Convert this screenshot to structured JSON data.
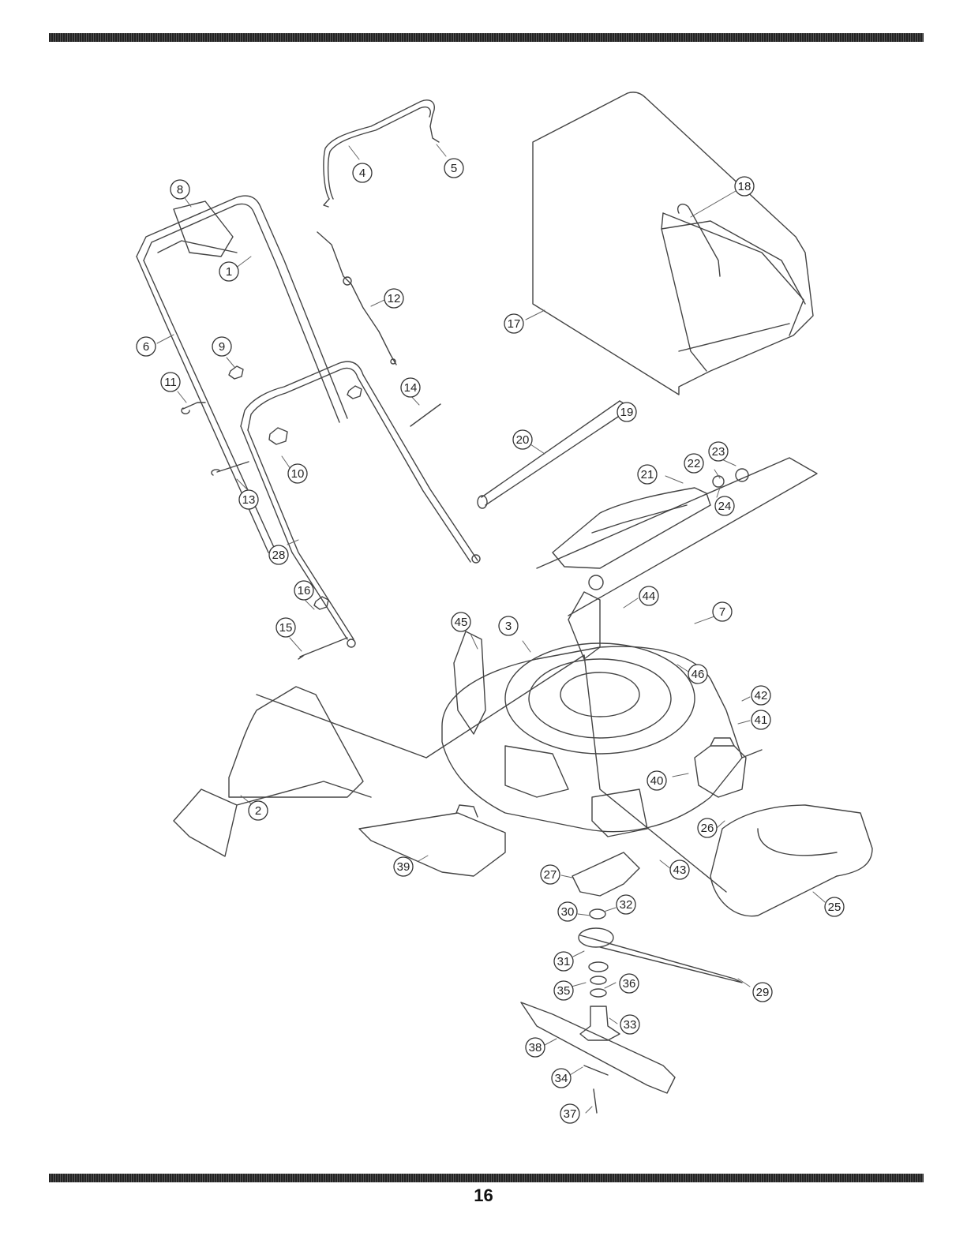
{
  "page": {
    "number": "16"
  },
  "callouts": [
    {
      "id": "callout-1",
      "label": "1"
    },
    {
      "id": "callout-2",
      "label": "2"
    },
    {
      "id": "callout-3",
      "label": "3"
    },
    {
      "id": "callout-4",
      "label": "4"
    },
    {
      "id": "callout-5",
      "label": "5"
    },
    {
      "id": "callout-6",
      "label": "6"
    },
    {
      "id": "callout-7",
      "label": "7"
    },
    {
      "id": "callout-8",
      "label": "8"
    },
    {
      "id": "callout-9",
      "label": "9"
    },
    {
      "id": "callout-10",
      "label": "10"
    },
    {
      "id": "callout-11",
      "label": "11"
    },
    {
      "id": "callout-12",
      "label": "12"
    },
    {
      "id": "callout-13",
      "label": "13"
    },
    {
      "id": "callout-14",
      "label": "14"
    },
    {
      "id": "callout-15",
      "label": "15"
    },
    {
      "id": "callout-16",
      "label": "16"
    },
    {
      "id": "callout-17",
      "label": "17"
    },
    {
      "id": "callout-18",
      "label": "18"
    },
    {
      "id": "callout-19",
      "label": "19"
    },
    {
      "id": "callout-20",
      "label": "20"
    },
    {
      "id": "callout-21",
      "label": "21"
    },
    {
      "id": "callout-22",
      "label": "22"
    },
    {
      "id": "callout-23",
      "label": "23"
    },
    {
      "id": "callout-24",
      "label": "24"
    },
    {
      "id": "callout-25",
      "label": "25"
    },
    {
      "id": "callout-26",
      "label": "26"
    },
    {
      "id": "callout-27",
      "label": "27"
    },
    {
      "id": "callout-28",
      "label": "28"
    },
    {
      "id": "callout-29",
      "label": "29"
    },
    {
      "id": "callout-30",
      "label": "30"
    },
    {
      "id": "callout-31",
      "label": "31"
    },
    {
      "id": "callout-32",
      "label": "32"
    },
    {
      "id": "callout-33",
      "label": "33"
    },
    {
      "id": "callout-34",
      "label": "34"
    },
    {
      "id": "callout-35",
      "label": "35"
    },
    {
      "id": "callout-36",
      "label": "36"
    },
    {
      "id": "callout-37",
      "label": "37"
    },
    {
      "id": "callout-38",
      "label": "38"
    },
    {
      "id": "callout-39",
      "label": "39"
    },
    {
      "id": "callout-40",
      "label": "40"
    },
    {
      "id": "callout-41",
      "label": "41"
    },
    {
      "id": "callout-42",
      "label": "42"
    },
    {
      "id": "callout-43",
      "label": "43"
    },
    {
      "id": "callout-44",
      "label": "44"
    },
    {
      "id": "callout-45",
      "label": "45"
    },
    {
      "id": "callout-46",
      "label": "46"
    }
  ]
}
